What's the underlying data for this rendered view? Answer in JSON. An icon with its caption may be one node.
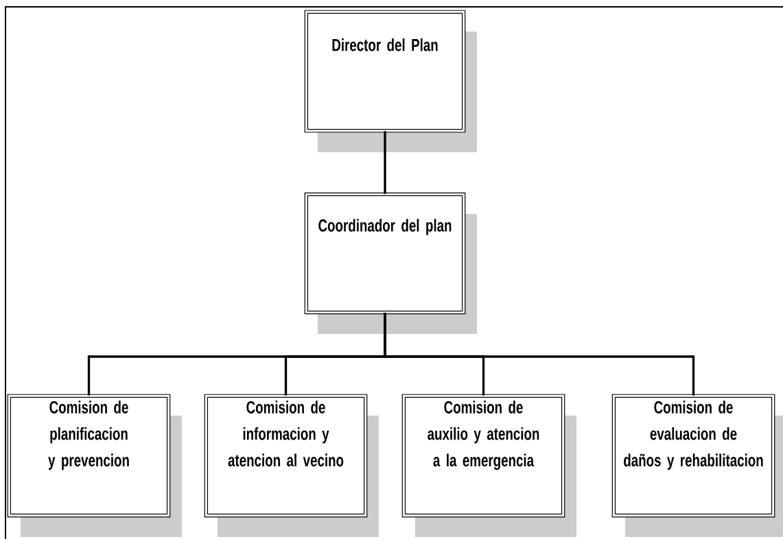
{
  "diagram": {
    "nodes": [
      {
        "text": [
          "Director del Plan"
        ]
      },
      {
        "text": [
          "Coordinador del plan"
        ]
      },
      {
        "text": [
          "Comision de planificacion y prevencion"
        ]
      },
      {
        "text": [
          "Comision de informacion y atencion al vecino"
        ]
      },
      {
        "text": [
          "Comision de auxilio y atencion a la emergencia"
        ]
      },
      {
        "text": [
          "Comision de evaluacion de daños y rehabilitacion"
        ]
      }
    ],
    "edges": [
      {
        "from": 0,
        "to": 1,
        "arrow": "none"
      },
      {
        "from": 1,
        "to": 2,
        "arrow": "none"
      },
      {
        "from": 1,
        "to": 3,
        "arrow": "none"
      },
      {
        "from": 1,
        "to": 4,
        "arrow": "none"
      },
      {
        "from": 1,
        "to": 5,
        "arrow": "none"
      }
    ]
  }
}
